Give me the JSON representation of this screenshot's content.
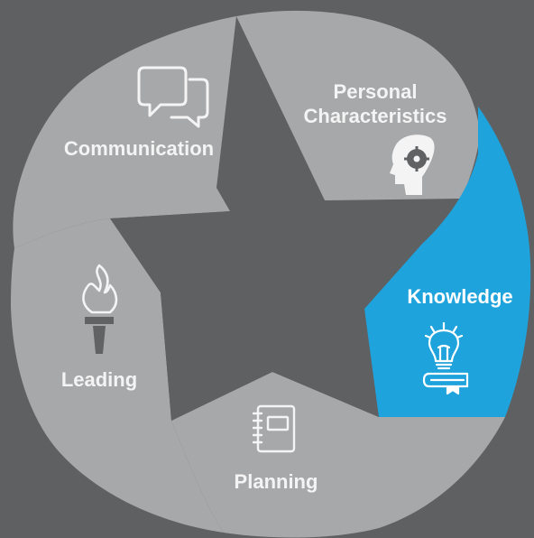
{
  "colors": {
    "background": "#5f6062",
    "segment_gray": "#a7a8aa",
    "segment_active": "#1fa3dc",
    "gray_text": "#f4f4f4",
    "icon_dark": "#616264",
    "active_text": "#ffffff"
  },
  "segments": [
    {
      "id": "communication",
      "label": "Communication",
      "icon": "speech-bubbles-icon",
      "active": false
    },
    {
      "id": "personal",
      "label_lines": [
        "Personal",
        "Characteristics"
      ],
      "icon": "gear-head-icon",
      "active": false
    },
    {
      "id": "knowledge",
      "label": "Knowledge",
      "icon": "lightbulb-book-icon",
      "active": true
    },
    {
      "id": "planning",
      "label": "Planning",
      "icon": "notebook-icon",
      "active": false
    },
    {
      "id": "leading",
      "label": "Leading",
      "icon": "torch-icon",
      "active": false
    }
  ]
}
